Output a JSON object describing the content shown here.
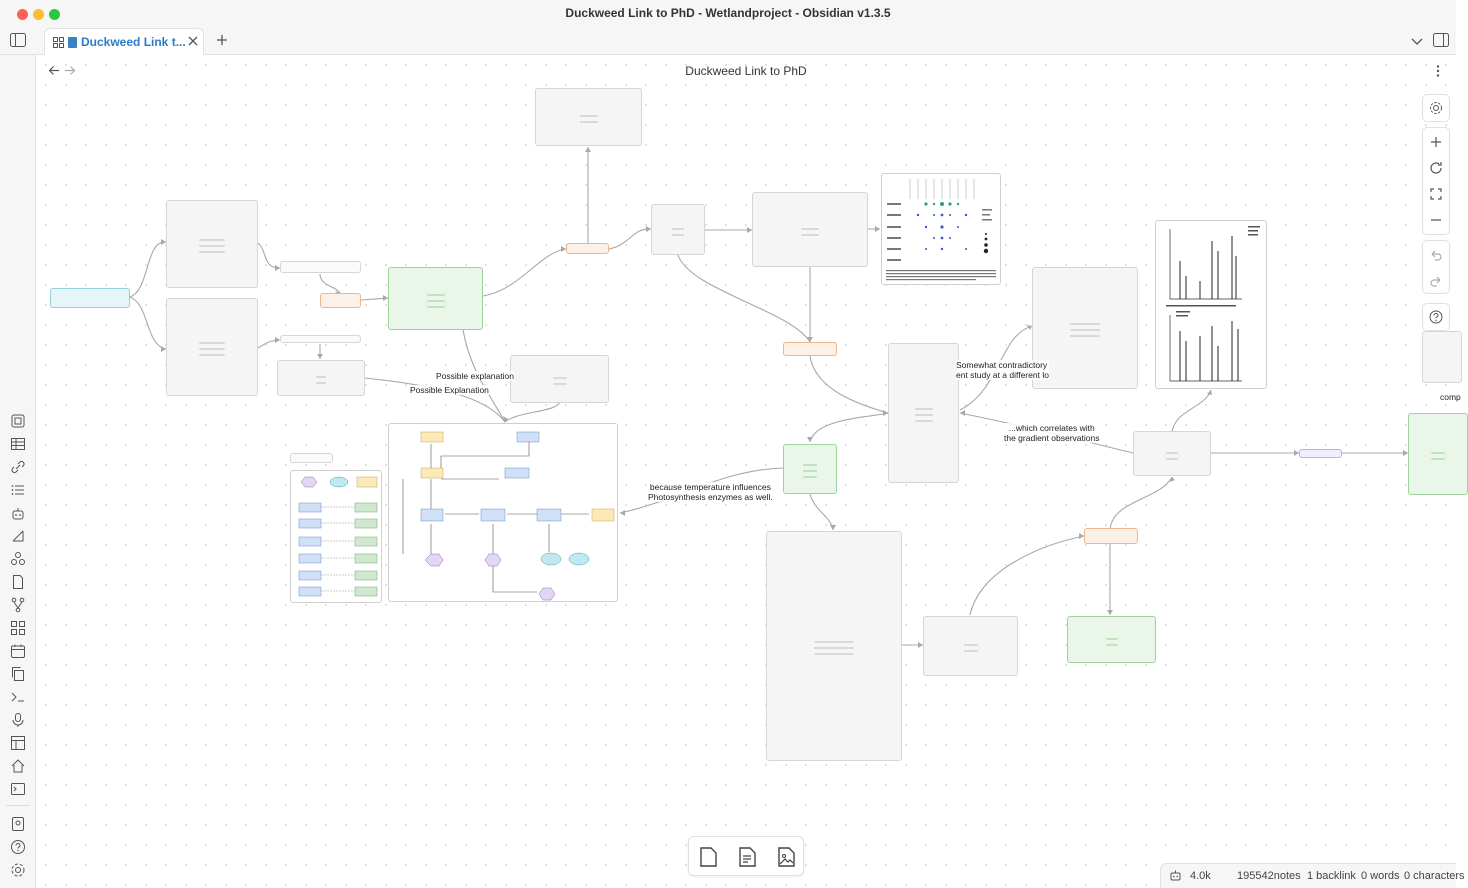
{
  "window": {
    "title": "Duckweed Link to PhD - Wetlandproject - Obsidian v1.3.5"
  },
  "tabs": [
    {
      "label": "Duckweed Link t..."
    }
  ],
  "view": {
    "title": "Duckweed Link to PhD"
  },
  "canvas": {
    "edge_labels": {
      "possible_explanation_1": "Possible explanation",
      "possible_explanation_2": "Possible Explanation",
      "temperature_1": "because temperature influences",
      "temperature_2": "Photosynthesis enzymes as well.",
      "contradictory_1": "Somewhat contradictory",
      "contradictory_2": "ent study at a different lo",
      "correlates_1": "...which correlates with",
      "correlates_2": "the gradient observations",
      "comp": "comp"
    }
  },
  "status": {
    "word_count_short": "4.0k",
    "notes": "195542notes",
    "backlinks": "1 backlink",
    "words": "0 words",
    "characters": "0 characters"
  },
  "colors": {
    "accent": "#2a7cc7",
    "green_node": "#e9f6e9",
    "orange_node": "#fdf0e6",
    "cyan_node": "#e6f5f8",
    "purple_node": "#efeefc"
  },
  "icons": {
    "ribbon": [
      "sidebar-toggle-icon",
      "command-icon",
      "table-icon",
      "link-icon",
      "list-icon",
      "robot-icon",
      "graph-icon",
      "file-icon",
      "branch-icon",
      "grid-icon",
      "calendar-icon",
      "copy-icon",
      "terminal-icon",
      "mic-icon",
      "layout-icon",
      "home-icon",
      "console-icon",
      "vault-icon",
      "help-icon",
      "settings-icon"
    ],
    "canvas_controls": [
      "settings-icon",
      "zoom-in-icon",
      "reset-icon",
      "fit-icon",
      "zoom-out-icon",
      "undo-icon",
      "redo-icon",
      "help-icon"
    ],
    "bottom_toolbar": [
      "new-card-icon",
      "note-icon",
      "media-icon"
    ]
  }
}
